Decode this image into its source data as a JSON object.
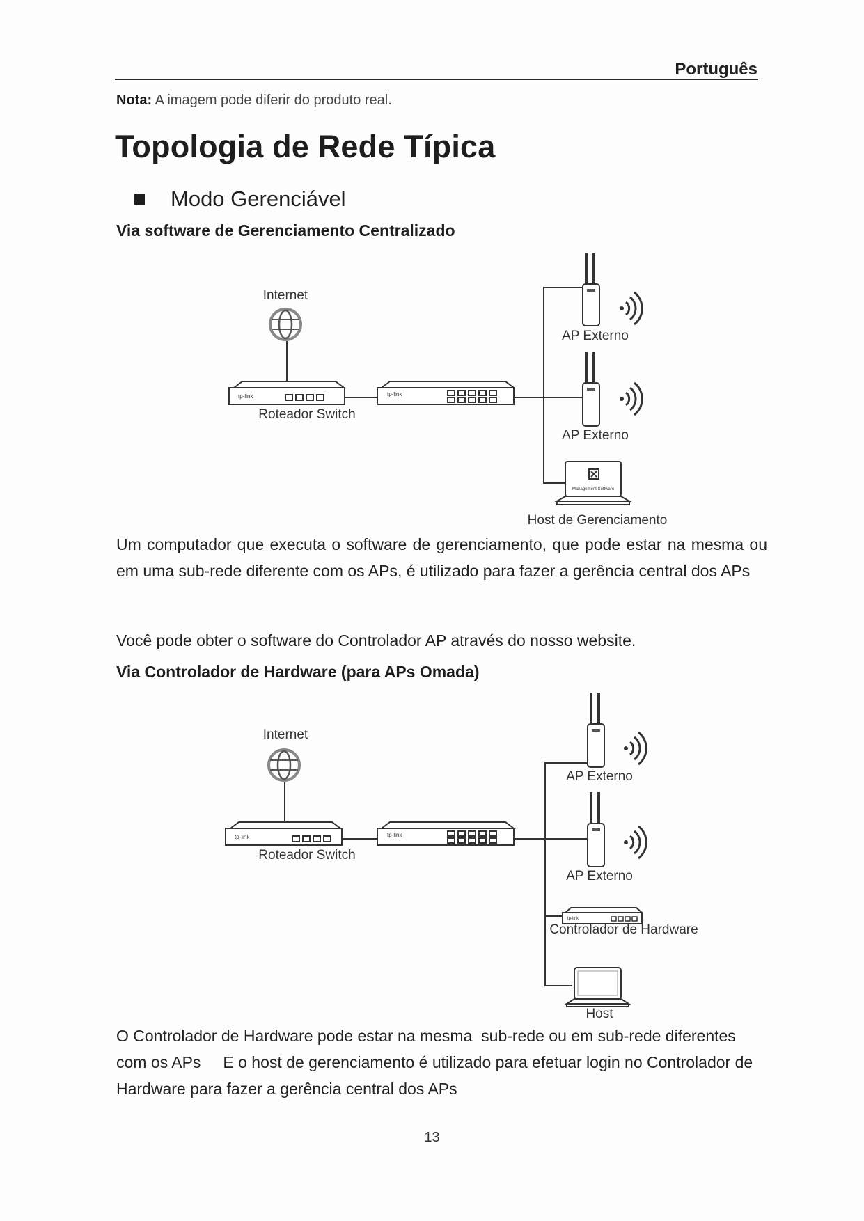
{
  "header": {
    "language": "Português"
  },
  "note": {
    "label": "Nota:",
    "text": "A imagem pode diferir do produto real."
  },
  "title": "Topologia de Rede Típica",
  "section": {
    "title": "Modo Gerenciável"
  },
  "diagram1": {
    "heading": "Via software de Gerenciamento Centralizado",
    "internet": "Internet",
    "router_switch": "Roteador Switch",
    "ap1": "AP Externo",
    "ap2": "AP Externo",
    "host": "Host de Gerenciamento",
    "screen_text": "Management Software"
  },
  "paragraph1": "Um computador que executa o software de gerenciamento, que pode estar na mesma ou em uma sub-rede diferente com os APs, é utilizado para fazer a gerência central dos APs",
  "paragraph2": "Você pode obter o software do Controlador AP através do nosso website.",
  "diagram2": {
    "heading": "Via Controlador de Hardware (para APs Omada)",
    "internet": "Internet",
    "router_switch": "Roteador Switch",
    "ap1": "AP Externo",
    "ap2": "AP Externo",
    "controller": "Controlador de Hardware",
    "host": "Host"
  },
  "paragraph3": "O Controlador de Hardware pode estar na mesma  sub-rede ou em sub-rede diferentes com os APs     E o host de gerenciamento é utilizado para efetuar login no Controlador de Hardware para fazer a gerência central dos APs",
  "page_number": "13",
  "device_brand": "tp-link"
}
